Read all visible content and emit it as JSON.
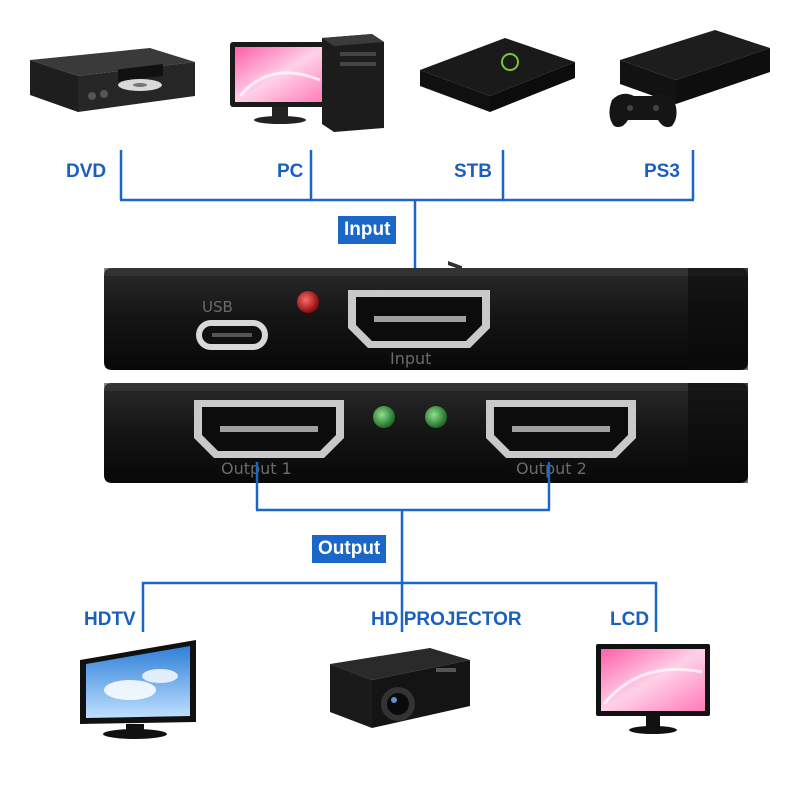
{
  "inputs": {
    "dvd": "DVD",
    "pc": "PC",
    "stb": "STB",
    "ps3": "PS3"
  },
  "input_badge": "Input",
  "output_badge": "Output",
  "outputs": {
    "hdtv": "HDTV",
    "projector": "HD PROJECTOR",
    "lcd": "LCD"
  },
  "device": {
    "usb_label": "USB",
    "input_port_label": "Input",
    "output1_label": "Output 1",
    "output2_label": "Output 2"
  },
  "colors": {
    "line": "#1a66c9",
    "label": "#1b5fbf",
    "badge_bg": "#1a66c9",
    "device_body": "#161616",
    "power_led": "#cc1a1a",
    "status_led": "#2e9a3a"
  }
}
